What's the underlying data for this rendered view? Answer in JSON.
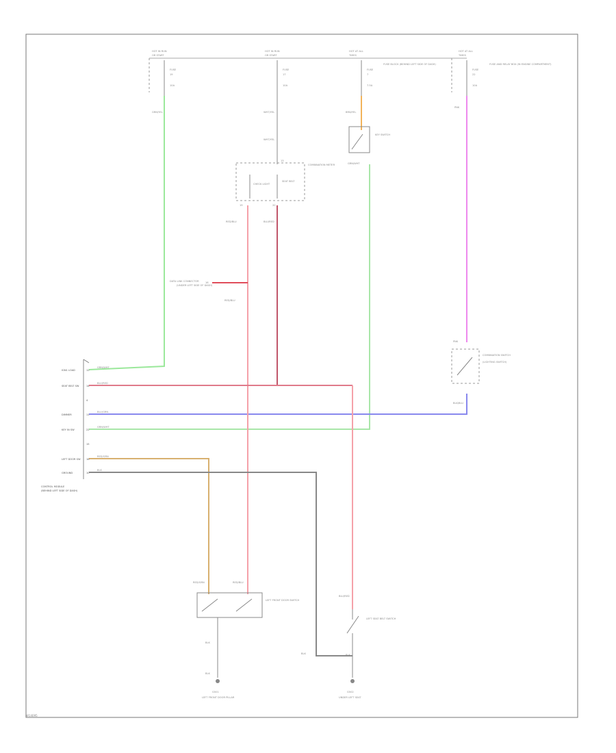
{
  "fuses": [
    {
      "header": "HOT IN RUN",
      "sub": "OR START",
      "fuse": "FUSE",
      "number": "19",
      "amp": "10A",
      "wire": "GRN/YEL"
    },
    {
      "header": "HOT IN RUN",
      "sub": "OR START",
      "fuse": "FUSE",
      "number": "17",
      "amp": "10A",
      "wire": "WHT/YEL"
    },
    {
      "header": "HOT AT ALL",
      "sub": "TIMES",
      "fuse": "FUSE",
      "number": "7",
      "amp": "7.5A",
      "desc": "FUSE BLOCK (BEHIND LEFT SIDE OF DASH)",
      "wire": "BRN/YEL"
    },
    {
      "header": "HOT AT ALL",
      "sub": "TIMES",
      "fuse": "FUSE",
      "number": "22",
      "amp": "10A",
      "desc": "FUSE AND RELAY BOX (IN ENGINE COMPARTMENT)",
      "wire": "PNK"
    }
  ],
  "combination_meter": {
    "label": "COMBINATION METER",
    "in_wire": "WHT/YEL",
    "pin_top": "13",
    "pin_left": "19",
    "pin_right": "20",
    "lamp1": "CHECK LIGHT",
    "lamp2": "SEAT BELT",
    "out_left_wire": "RED/BLU",
    "out_right_wire": "BLU/RED"
  },
  "key_switch": {
    "label": "KEY SWITCH",
    "in_wire": "BRN/YEL",
    "out_wire": "GRN/WHT"
  },
  "data_link": {
    "label": "DATA LINK CONNECTOR",
    "sub": "(UNDER LEFT SIDE OF DASH)",
    "pin": "16",
    "wire": "RED/BLU"
  },
  "combination_switch": {
    "label": "COMBINATION SWITCH",
    "sub": "(LIGHTING SWITCH)",
    "in_wire": "PNK",
    "out_wire": "BLK/BLU"
  },
  "module": {
    "label": "CONTROL MODULE",
    "sub": "(BEHIND LEFT SIDE OF DASH)",
    "pins": [
      {
        "name": "IGN1 LOAD",
        "no": "12",
        "wire": "GRN/WHT"
      },
      {
        "name": "SEAT BELT SW",
        "no": "14",
        "wire": "BLU/RED"
      },
      {
        "name": "",
        "no": "4",
        "wire": ""
      },
      {
        "name": "DIMMER",
        "no": "11",
        "wire": "BLU/GRN"
      },
      {
        "name": "KEY IN SW",
        "no": "22",
        "wire": "GRN/WHT"
      },
      {
        "name": "",
        "no": "15",
        "wire": ""
      },
      {
        "name": "LEFT DOOR SW",
        "no": "16",
        "wire": "RED/GRN"
      },
      {
        "name": "GROUND",
        "no": "10",
        "wire": "BLK"
      }
    ]
  },
  "front_door_switch": {
    "label": "LEFT FRONT DOOR SWITCH",
    "left_wire": "RED/GRN",
    "right_wire": "RED/BLU",
    "out_wire": "BLK",
    "gnd_wire": "BLK",
    "ground": "G501",
    "ground_desc": "LEFT FRONT DOOR PILLAR"
  },
  "seat_belt_switch": {
    "label": "LEFT SEAT BELT SWITCH",
    "in_wire": "BLU/RED",
    "out_wire": "BLK",
    "jumper_wire": "BLK",
    "ground": "G502",
    "ground_desc": "UNDER LEFT SEAT"
  },
  "footer": "W14095"
}
